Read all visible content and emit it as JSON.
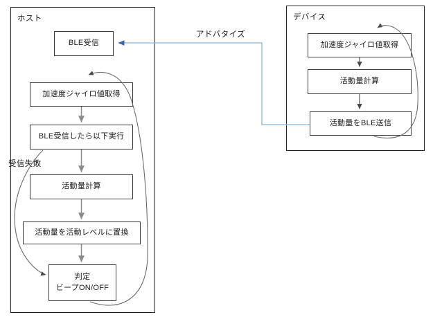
{
  "diagram": {
    "title_host": "ホスト",
    "title_device": "デバイス",
    "edge_labels": {
      "advertise": "アドバタイズ",
      "receive_fail": "受信失敗"
    },
    "host_nodes": [
      {
        "id": "ble-receive",
        "label": "BLE受信"
      },
      {
        "id": "host-get-accel-gyro",
        "label": "加速度ジャイロ値取得"
      },
      {
        "id": "host-on-ble-receive",
        "label": "BLE受信したら以下実行"
      },
      {
        "id": "host-activity-calc",
        "label": "活動量計算"
      },
      {
        "id": "host-activity-to-level",
        "label": "活動量を活動レベルに置換"
      },
      {
        "id": "host-judge",
        "label": "判定",
        "label2": "ビープON/OFF"
      }
    ],
    "device_nodes": [
      {
        "id": "device-get-accel-gyro",
        "label": "加速度ジャイロ値取得"
      },
      {
        "id": "device-activity-calc",
        "label": "活動量計算"
      },
      {
        "id": "device-send-ble",
        "label": "活動量をBLE送信"
      }
    ],
    "colors": {
      "container_stroke": "#222222",
      "node_stroke": "#3a3a3a",
      "flow_arrow": "#8c8c8c",
      "loop_arrow": "#555555",
      "ble_link": "#8fb0dd",
      "ble_arrow_head": "#3a64a8",
      "text": "#1a1a1a",
      "background": "#ffffff"
    }
  }
}
